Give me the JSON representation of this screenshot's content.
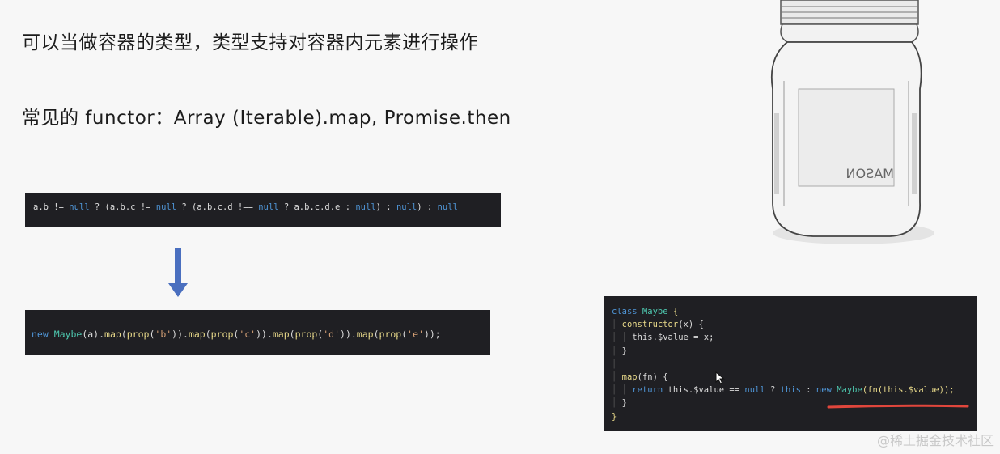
{
  "slide": {
    "heading_1": "可以当做容器的类型，类型支持对容器内元素进行操作",
    "heading_2": "常见的 functor：Array (Iterable).map, Promise.then",
    "watermark": "@稀土掘金技术社区"
  },
  "code_before": {
    "tokens": [
      "a.b",
      " != ",
      "null",
      " ? ",
      "(a.b.c",
      " != ",
      "null",
      " ? ",
      "(a.b.c.d",
      " !== ",
      "null",
      " ? ",
      "a.b.c.d.e",
      " : ",
      "null",
      ")",
      " : ",
      "null",
      ")",
      " : ",
      "null"
    ]
  },
  "code_after": {
    "t_new": "new",
    "t_maybe": " Maybe",
    "t_a": "(a).",
    "m1": "map",
    "p1": "(",
    "prop1": "prop",
    "s1": "('b'));",
    "dot1": ".",
    "m2": "map",
    "prop2": "prop",
    "s2": "('c')).",
    "m3": "map",
    "prop3": "prop",
    "s3": "('d')).",
    "m4": "map",
    "prop4": "prop",
    "s4": "('e'));",
    "full": "new Maybe(a).map(prop('b')).map(prop('c')).map(prop('d')).map(prop('e'));"
  },
  "code_maybe": {
    "l1_kw": "class",
    "l1_name": " Maybe",
    "l1_rest": " {",
    "l2_fn": "constructor",
    "l2_rest": "(x) {",
    "l3": "this.$value = x;",
    "l4": "}",
    "l6_fn": "map",
    "l6_rest": "(fn) {",
    "l7_kw": "return",
    "l7_mid": " this.$value == ",
    "l7_null": "null",
    "l7_q": " ? ",
    "l7_this": "this",
    "l7_colon": " : ",
    "l7_new": "new",
    "l7_maybe": " Maybe",
    "l7_end": "(fn(this.$value));",
    "l8": "}",
    "l9": "}"
  },
  "colors": {
    "accent_arrow": "#4a6fbf",
    "underline": "#e0463c",
    "code_bg": "#1f1f23"
  },
  "icons": [
    "down-arrow-icon",
    "mason-jar-illustration",
    "mouse-cursor-icon"
  ]
}
